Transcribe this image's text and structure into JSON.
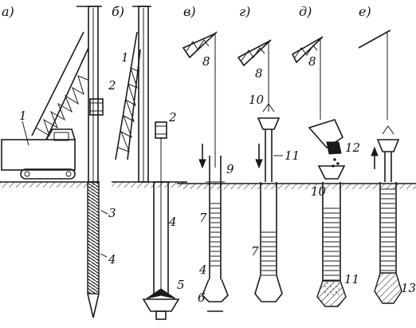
{
  "panel_labels": {
    "a": "а)",
    "b": "б)",
    "v": "в)",
    "g": "г)",
    "d": "д)",
    "e": "е)"
  },
  "callouts": {
    "c1a": "1",
    "c1b": "1",
    "c2a": "2",
    "c2b": "2",
    "c3": "3",
    "c4a": "4",
    "c4b": "4",
    "c4c": "4",
    "c5": "5",
    "c6": "6",
    "c7a": "7",
    "c7b": "7",
    "c8a": "8",
    "c8b": "8",
    "c8c": "8",
    "c9": "9",
    "c10a": "10",
    "c10b": "10",
    "c11a": "11",
    "c11b": "11",
    "c12": "12",
    "c13": "13"
  },
  "colors": {
    "ink": "#1a1a1a",
    "background": "#ffffff"
  }
}
